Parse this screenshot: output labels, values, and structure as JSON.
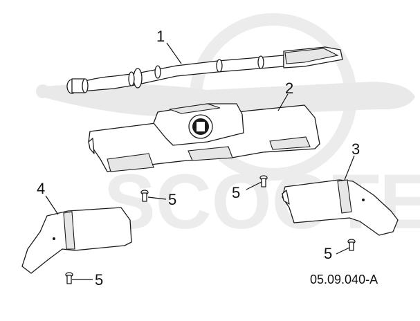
{
  "diagram": {
    "callouts": [
      "1",
      "2",
      "3",
      "4",
      "5",
      "5",
      "5",
      "5"
    ],
    "drawing_code": "05.09.040-A",
    "watermark_text": "SCOOTER"
  },
  "colors": {
    "line": "#1a1a1a",
    "watermark": "#e9e9e9",
    "background": "#ffffff"
  }
}
